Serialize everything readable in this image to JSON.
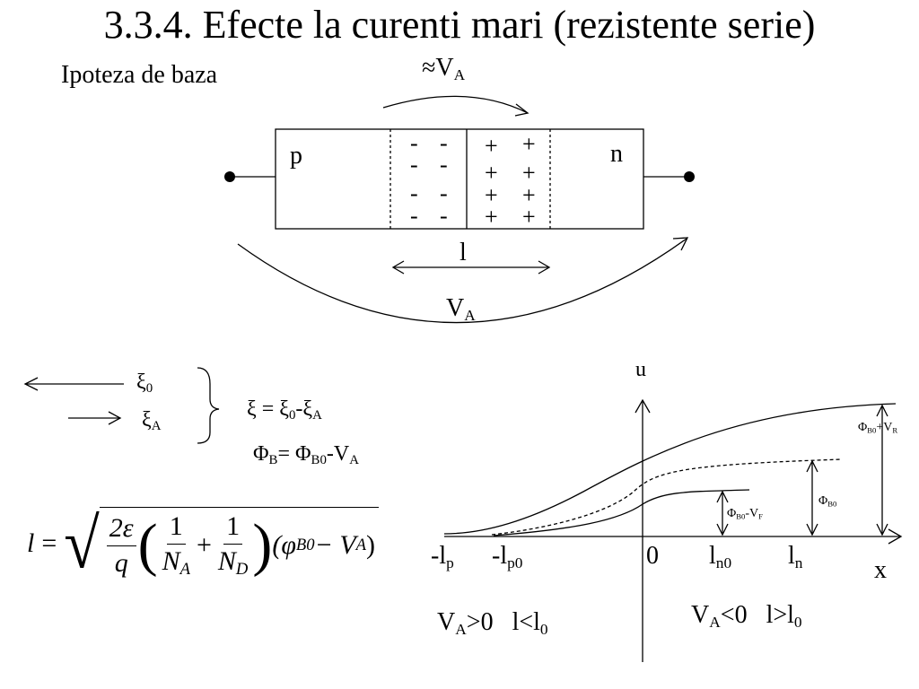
{
  "title": "3.3.4. Efecte la curenti mari (rezistente serie)",
  "hypothesis_label": "Ipoteza de baza",
  "junction": {
    "approx_symbol": "≈",
    "p_label": "p",
    "n_label": "n",
    "minus": "-",
    "plus": "+",
    "width_label": "l",
    "voltage_label": "V",
    "voltage_sub": "A"
  },
  "fields": {
    "xi0": "ξ",
    "xi0_sub": "0",
    "xiA": "ξ",
    "xiA_sub": "A",
    "xi_eq_left": "ξ = ξ",
    "xi_eq_sub0": "0",
    "xi_eq_mid": "-ξ",
    "xi_eq_subA": "A",
    "phi_eq_a": "Φ",
    "phi_eq_sub_b": "B",
    "phi_eq_b": "= Φ",
    "phi_eq_sub_b0": "B0",
    "phi_eq_c": "-V",
    "phi_eq_sub_a": "A"
  },
  "formula": {
    "lhs": "l",
    "eq": "=",
    "two_eps": "2ε",
    "q": "q",
    "one_a": "1",
    "na": "N",
    "na_sub": "A",
    "plus": "+",
    "one_d": "1",
    "nd": "N",
    "nd_sub": "D",
    "phi_part": "(φ",
    "phi_sub": "B0",
    "minus_v": " − V",
    "v_sub": "A",
    "close": ")"
  },
  "graph": {
    "y_axis": "u",
    "x_axis": "x",
    "tick_lp": "-l",
    "tick_lp_sub": "p",
    "tick_lp0": "-l",
    "tick_lp0_sub": "p0",
    "tick_zero": "0",
    "tick_ln0": "l",
    "tick_ln0_sub": "n0",
    "tick_ln": "l",
    "tick_ln_sub": "n",
    "dim_forward": "Φ",
    "dim_forward_sub": "B0",
    "dim_forward_tail": "-V",
    "dim_forward_tail_sub": "F",
    "dim_eq": "Φ",
    "dim_eq_sub": "B0",
    "dim_reverse": "Φ",
    "dim_reverse_sub": "B0",
    "dim_reverse_tail": "+V",
    "dim_reverse_tail_sub": "R",
    "cond_forward_v": "V",
    "cond_forward_v_sub": "A",
    "cond_forward_rest": ">0   l<l",
    "cond_forward_l_sub": "0",
    "cond_reverse_v": "V",
    "cond_reverse_v_sub": "A",
    "cond_reverse_rest": "<0   l>l",
    "cond_reverse_l_sub": "0"
  },
  "colors": {
    "ink": "#000000",
    "background": "#ffffff"
  }
}
